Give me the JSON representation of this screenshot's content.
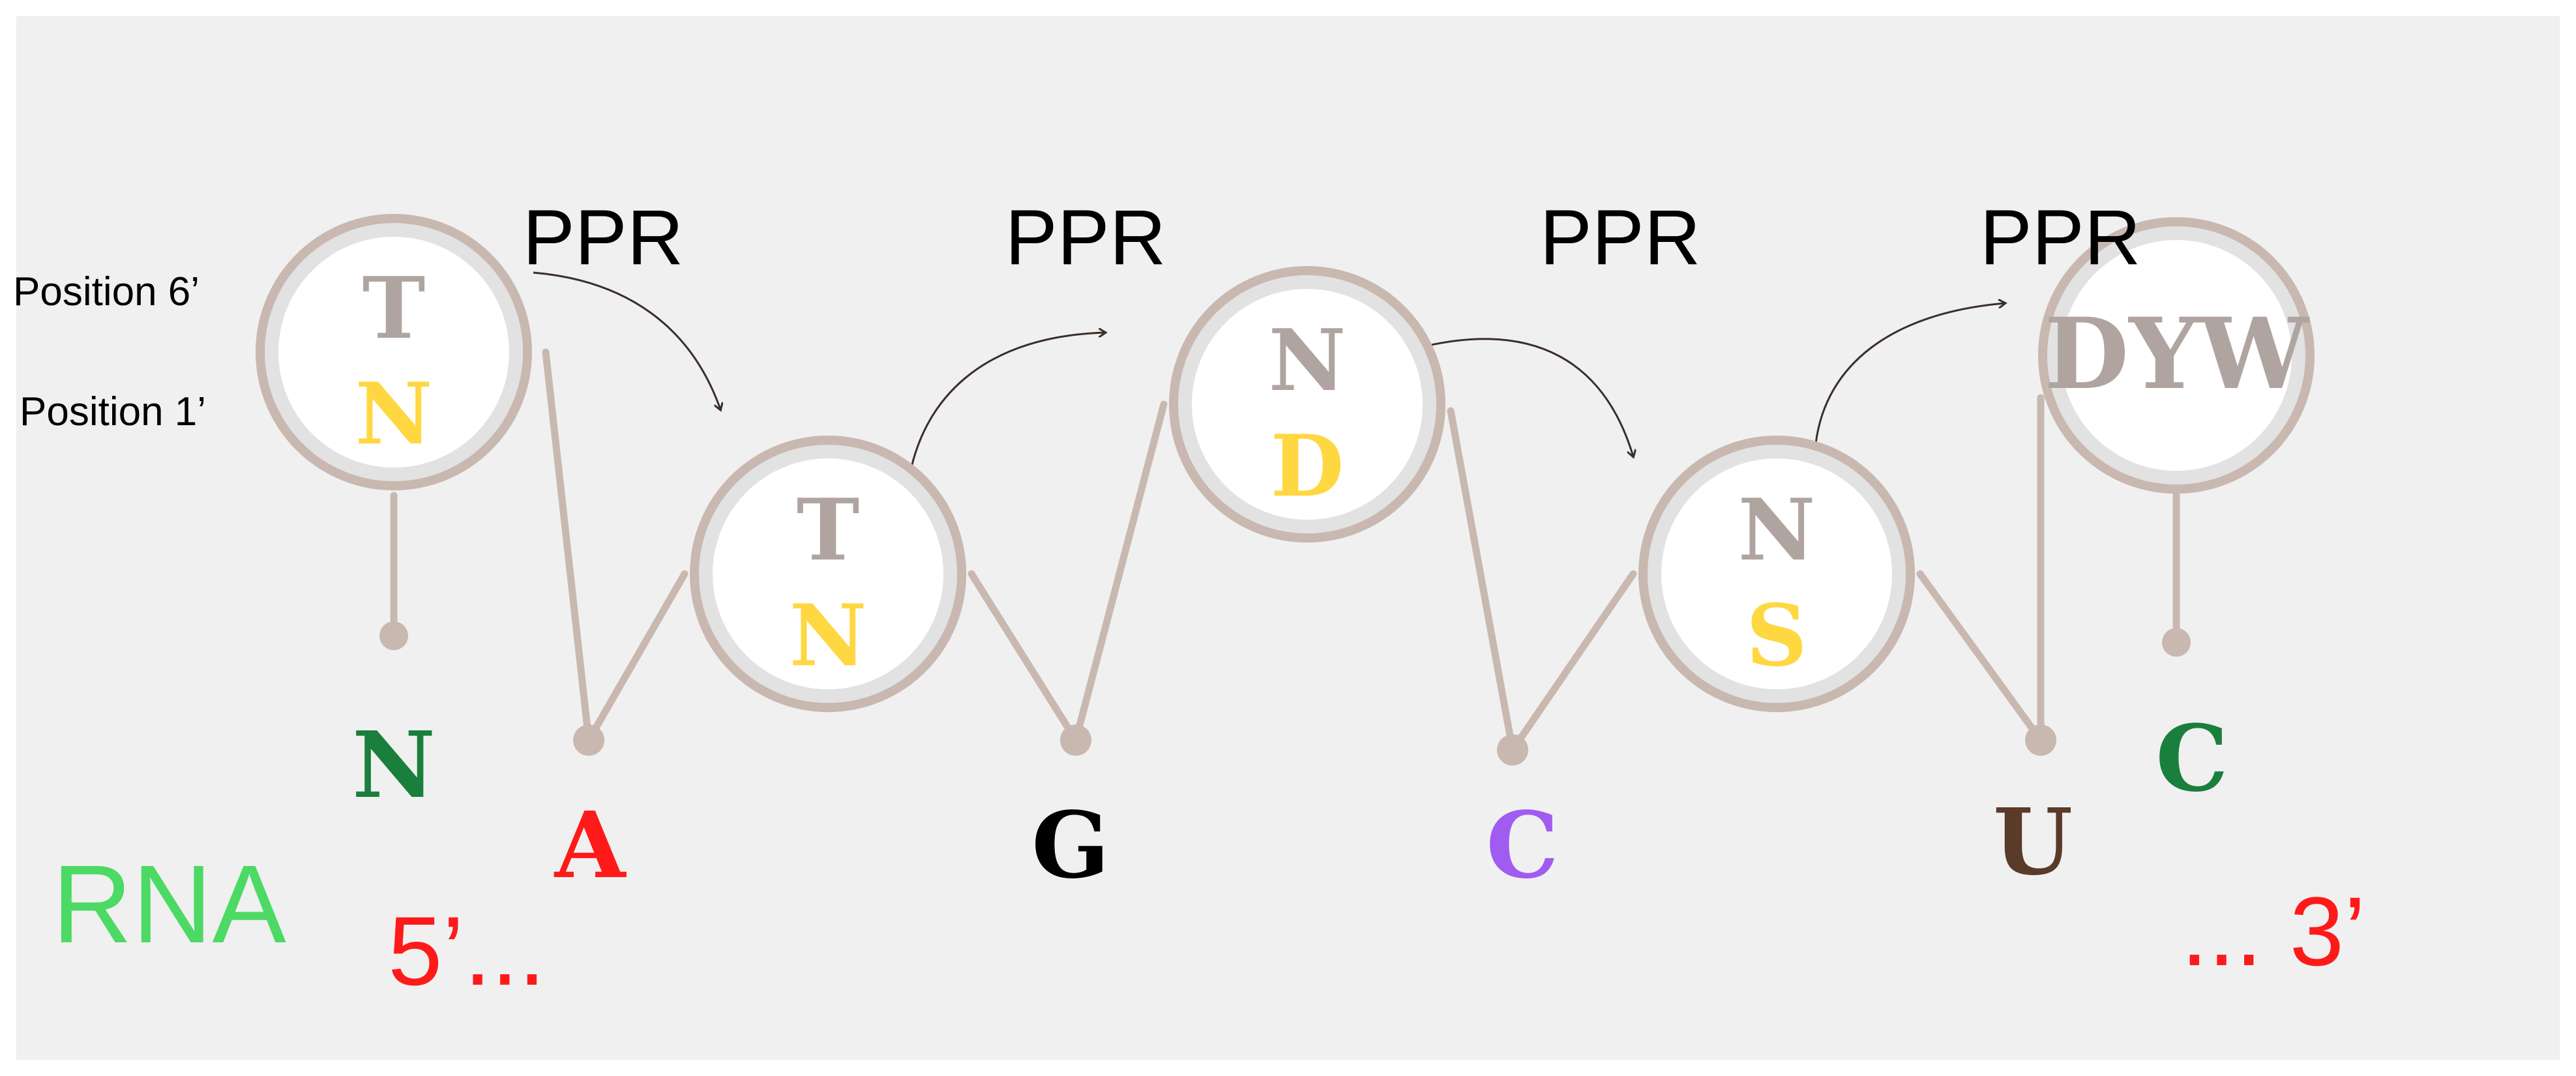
{
  "annotations": {
    "position_6": "Position 6’",
    "position_1": "Position 1’"
  },
  "ppr_labels": [
    "PPR",
    "PPR",
    "PPR",
    "PPR"
  ],
  "motifs": [
    {
      "top": "T",
      "bottom": "N",
      "bottom_color": "#FFD740"
    },
    {
      "top": "T",
      "bottom": "N",
      "bottom_color": "#FFD740"
    },
    {
      "top": "N",
      "bottom": "D",
      "bottom_color": "#FFD740"
    },
    {
      "top": "N",
      "bottom": "S",
      "bottom_color": "#FFD740"
    },
    {
      "top": "DYW",
      "bottom": "",
      "bottom_color": ""
    }
  ],
  "termini": {
    "n": {
      "text": "N",
      "color": "#1A7F3C"
    },
    "c": {
      "text": "C",
      "color": "#1A7F3C"
    }
  },
  "nucleotides": [
    {
      "text": "A",
      "color": "#FF1A1A"
    },
    {
      "text": "G",
      "color": "#000000"
    },
    {
      "text": "C",
      "color": "#A05BF0"
    },
    {
      "text": "U",
      "color": "#5A3A28"
    }
  ],
  "rna": {
    "label": "RNA",
    "label_color": "#4CD964",
    "five_prime": "5’...",
    "three_prime": "... 3’",
    "end_color": "#FF1A1A"
  },
  "colors": {
    "background": "#F0F0F0",
    "outline": "#C8B8B0",
    "fill": "#FFFFFF",
    "motif_letter": "#B0A4A0",
    "arrow": "#3A2E28"
  }
}
